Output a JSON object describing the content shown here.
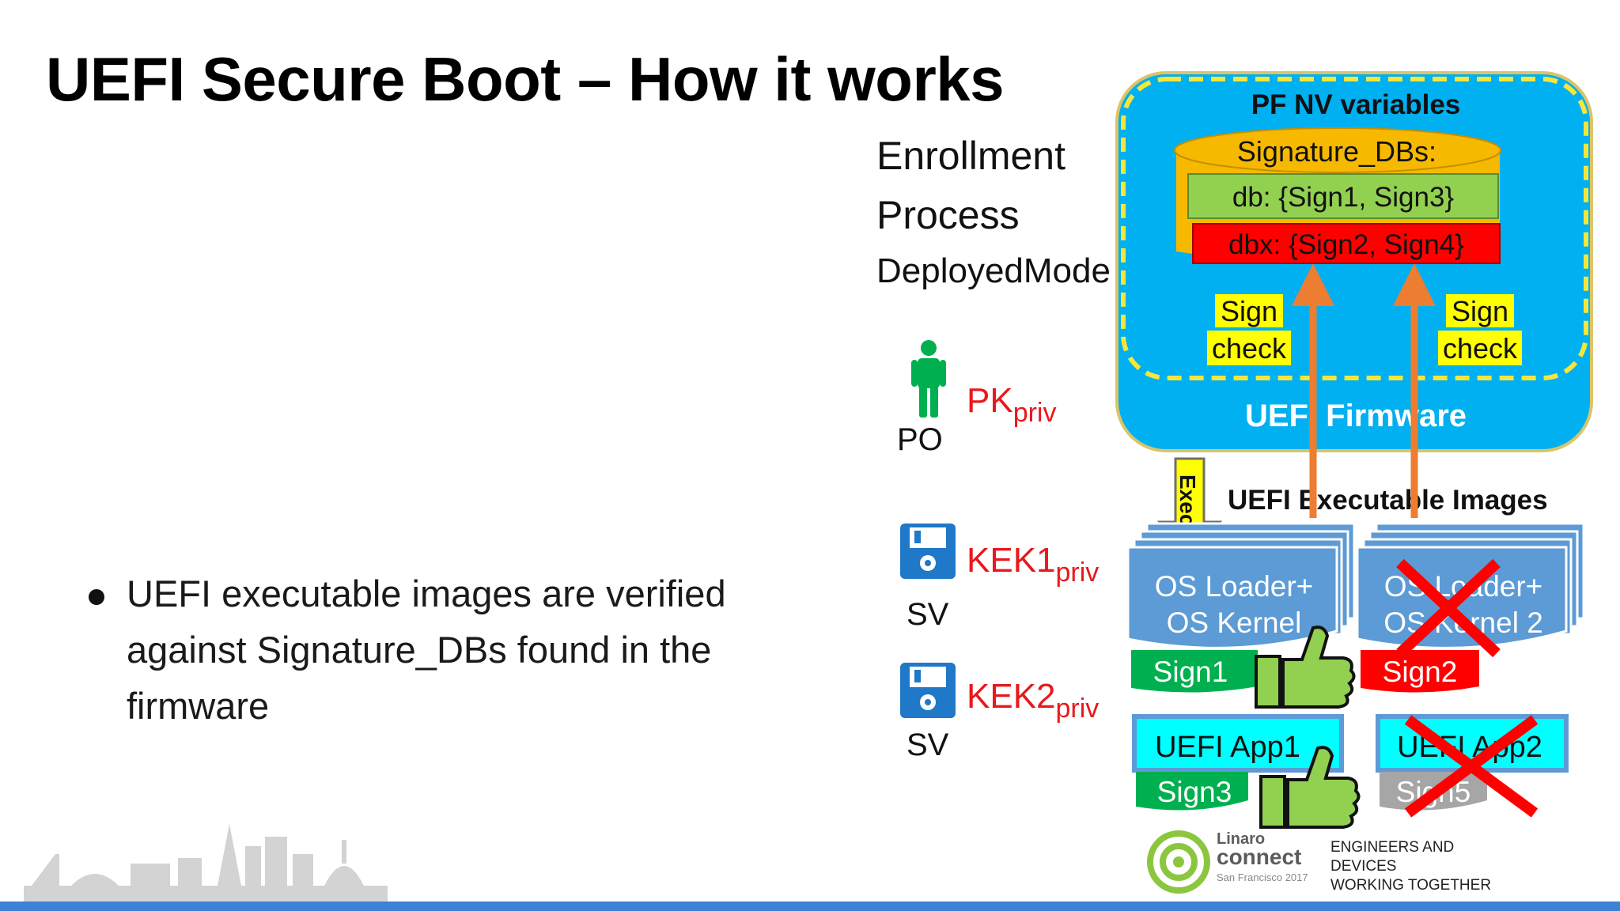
{
  "slide": {
    "title": "UEFI Secure Boot – How it works",
    "menu": [
      "Enrollment",
      "Process",
      "DeployedMode"
    ],
    "bullet": "UEFI executable images are verified against Signature_DBs found in the firmware"
  },
  "actors": {
    "po_label": "PO",
    "pk_main": "PK",
    "pk_sub": "priv",
    "sv1_label": "SV",
    "kek1_main": "KEK1",
    "kek1_sub": "priv",
    "sv2_label": "SV",
    "kek2_main": "KEK2",
    "kek2_sub": "priv"
  },
  "firmware": {
    "nv_title": "PF NV variables",
    "db_header": "Signature_DBs:",
    "db_row": "db: {Sign1, Sign3}",
    "dbx_row": "dbx: {Sign2, Sign4}",
    "sign_check_1a": "Sign",
    "sign_check_1b": "check",
    "sign_check_2a": "Sign",
    "sign_check_2b": "check",
    "firmware_label": "UEFI Firmware"
  },
  "images": {
    "heading": "UEFI Executable Images",
    "exec_label": "Exec",
    "loader1_line1": "OS Loader+",
    "loader1_line2": "OS Kernel",
    "loader1_sign": "Sign1",
    "loader2_line1": "OS Loader+",
    "loader2_line2": "OS Kernel 2",
    "loader2_sign": "Sign2",
    "app1_label": "UEFI App1",
    "app1_sign": "Sign3",
    "app2_label": "UEFI App2",
    "app2_sign": "Sign5"
  },
  "logo": {
    "brand_top": "Linaro",
    "brand_main": "connect",
    "brand_sub": "San Francisco 2017",
    "tagline_1": "ENGINEERS AND DEVICES",
    "tagline_2": "WORKING TOGETHER"
  },
  "colors": {
    "firmware_blue": "#00b0f0",
    "nv_border": "#f5e63c",
    "db_gold": "#f7b900",
    "db_green": "#92d050",
    "dbx_red": "#ff0000",
    "arrow_orange": "#ed7d31",
    "accent_blue": "#3d82d6"
  },
  "icons": [
    "person-icon",
    "floppy-disk-icon",
    "thumbs-up-icon",
    "red-x-icon",
    "skyline-icon",
    "linaro-logo-icon"
  ]
}
